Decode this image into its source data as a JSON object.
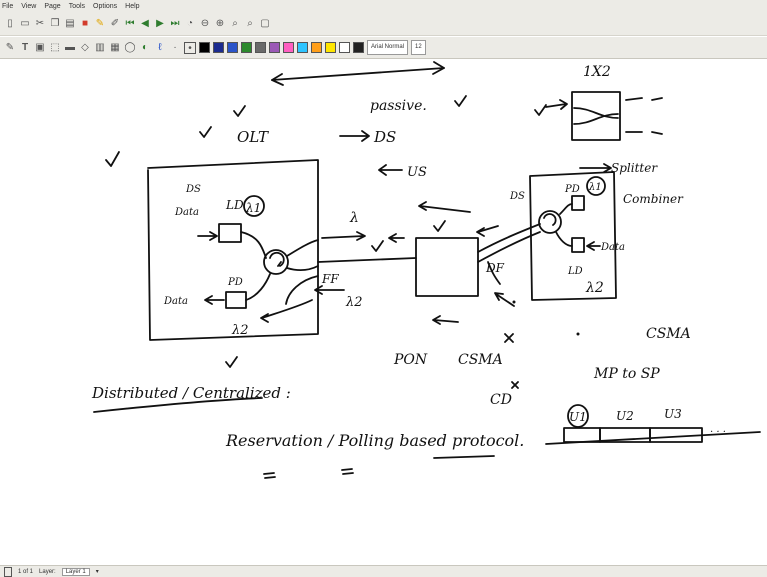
{
  "menu": [
    "File",
    "View",
    "Page",
    "Tools",
    "Options",
    "Help"
  ],
  "toolbar": {
    "icons": [
      "new-icon",
      "open-icon",
      "cut-icon",
      "copy-icon",
      "paste-icon",
      "save-icon",
      "color-pen-icon",
      "pen-icon",
      "first-page-icon",
      "prev-page-icon",
      "next-page-icon",
      "last-page-icon",
      "zoom-icon",
      "zoom-out-icon",
      "zoom-in-icon",
      "zoom-fit-icon",
      "zoom-page-icon",
      "fullscreen-icon"
    ],
    "font_name": "Arial Normal",
    "font_size": "12",
    "colors": [
      "#000000",
      "#1b2b8f",
      "#2a54c9",
      "#2d8a2d",
      "#6a6a6a",
      "#9b59b6",
      "#ff5fc1",
      "#2ec4ff",
      "#ff9f1a",
      "#ffe600",
      "#ffffff",
      "#222222"
    ]
  },
  "notes": {
    "passive": "passive.",
    "ds": "DS",
    "us": "US",
    "olt": "OLT",
    "x12": "1X2",
    "splitter": "Splitter",
    "combiner": "Combiner",
    "ds_left": "DS",
    "data_left": "Data",
    "ld_left": "LD",
    "lambda1": "λ1",
    "pd_left": "PD",
    "data_out": "Data",
    "lambda2_left": "λ2",
    "ff": "FF",
    "lambda_mid": "λ",
    "lambda2_mid": "λ2",
    "ds_right": "DS",
    "pd_right": "PD",
    "lambda1_right": "λ1",
    "data_right": "Data",
    "ld_right": "LD",
    "lambda2_right": "λ2",
    "df": "DF",
    "pon": "PON",
    "csma_mid": "CSMA",
    "cd": "CD",
    "csma_right": "CSMA",
    "mp_sp": "MP  to  SP",
    "dist_cent": "Distributed / Centralized :",
    "reservation": "Reservation / Polling based protocol.",
    "u1": "U1",
    "u2": "U2",
    "u3": "U3",
    "dots": ". . ."
  },
  "status": {
    "page": "1 of 1",
    "layer_label": "Layer:",
    "layer_value": "Layer 1"
  }
}
